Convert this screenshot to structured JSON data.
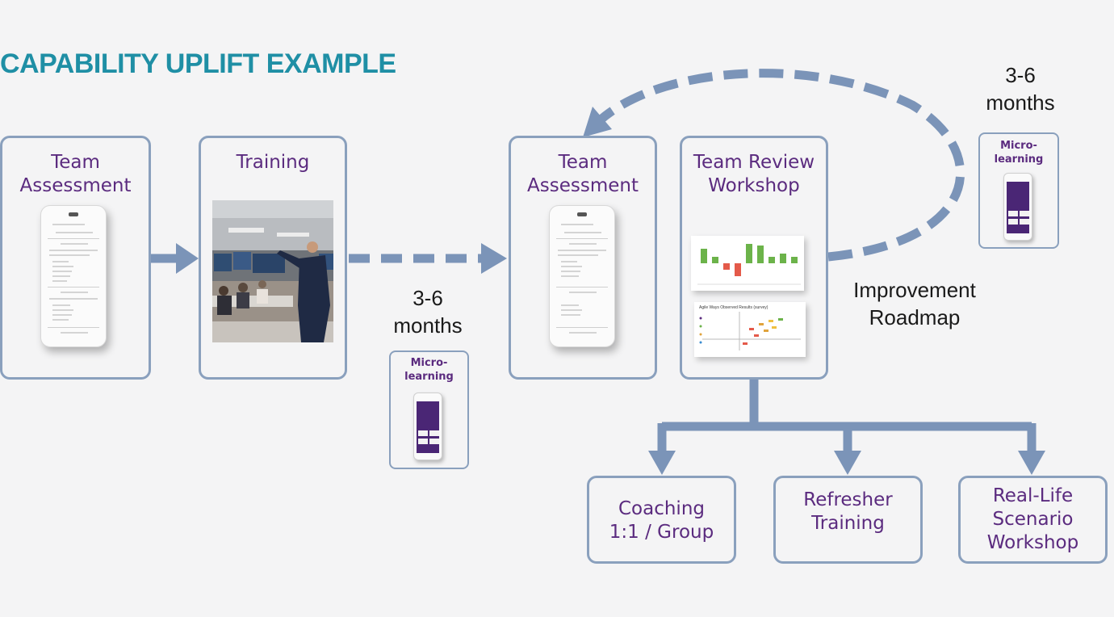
{
  "title": "CAPABILITY UPLIFT EXAMPLE",
  "stages": {
    "team_assessment_1": "Team\nAssessment",
    "training": "Training",
    "team_assessment_2": "Team\nAssessment",
    "team_review_workshop": "Team Review\nWorkshop"
  },
  "microlearning": {
    "label_1": "Micro-\nlearning",
    "label_2": "Micro-\nlearning"
  },
  "intervals": {
    "interval_1": "3-6\nmonths",
    "interval_2": "3-6\nmonths"
  },
  "improvement_roadmap": "Improvement\nRoadmap",
  "outcomes": {
    "coaching": "Coaching\n1:1 / Group",
    "refresher": "Refresher\nTraining",
    "real_life": "Real-Life\nScenario\nWorkshop"
  },
  "report_caption": "Agile Ways Observed Results (survey)",
  "colors": {
    "title": "#1f8fa5",
    "box_border": "#8aa0bd",
    "box_text": "#5b2b7f",
    "arrow": "#7b94b8"
  }
}
